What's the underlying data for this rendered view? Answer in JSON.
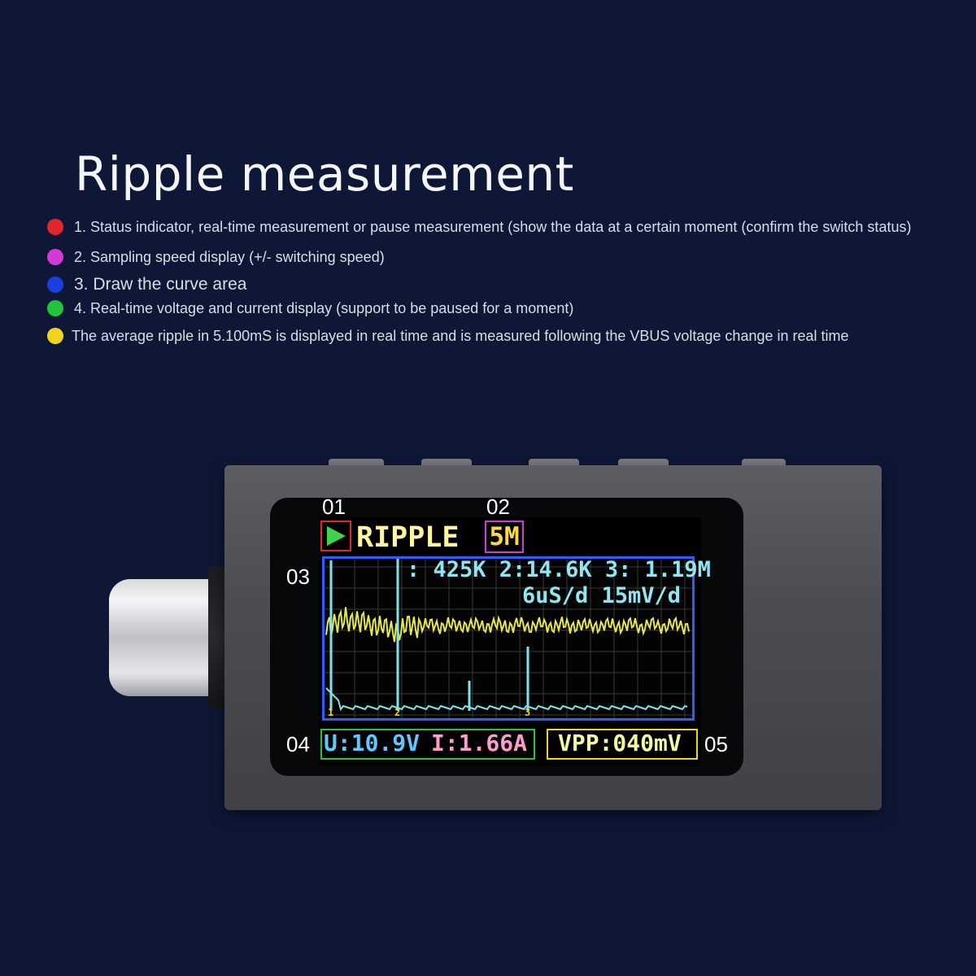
{
  "page": {
    "title": "Ripple measurement"
  },
  "legend": {
    "items": [
      {
        "color": "#e3262c",
        "text": "1. Status indicator, real-time measurement or pause measurement (show the data at a certain moment (confirm the switch status)"
      },
      {
        "color": "#d13ad6",
        "text": "2. Sampling speed display (+/- switching speed)"
      },
      {
        "color": "#1e3ee0",
        "text": "3. Draw the curve area"
      },
      {
        "color": "#22c43c",
        "text": "4. Real-time voltage and current display (support to be paused for a moment)"
      },
      {
        "color": "#f3d41d",
        "text": "The average ripple in 5.100mS is displayed in real time and is measured following the VBUS voltage change in real time"
      }
    ]
  },
  "callouts": {
    "c01": "01",
    "c02": "02",
    "c03": "03",
    "c04": "04",
    "c05": "05"
  },
  "screen": {
    "mode": "RIPPLE",
    "status_icon": "play-icon",
    "sampling_speed": "5M",
    "frequencies": ": 425K 2:14.6K 3: 1.19M",
    "scale": "6uS/d 15mV/d",
    "voltage": "U:10.9V",
    "current": "I:1.66A",
    "vpp": "VPP:040mV",
    "marker_labels": [
      "1",
      "2",
      "3"
    ]
  },
  "colors": {
    "background": "#0e1836",
    "status_box": "#e3262c",
    "speed_box": "#d13ad6",
    "plot_box": "#2f5bff",
    "vi_box": "#22c43c",
    "vpp_box": "#f3d41d",
    "ripple_wave": "#e8e84a",
    "spectrum": "#7fe3ea"
  }
}
